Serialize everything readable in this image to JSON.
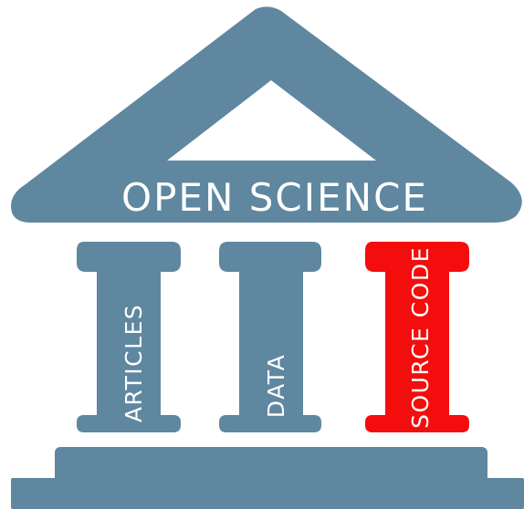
{
  "title": "OPEN SCIENCE",
  "pillars": [
    {
      "label": "ARTICLES",
      "color": "#5f87a0"
    },
    {
      "label": "DATA",
      "color": "#5f87a0"
    },
    {
      "label": "SOURCE CODE",
      "color": "#f40d0d"
    }
  ],
  "colors": {
    "structure": "#5f87a0",
    "highlight": "#f40d0d",
    "text": "#ffffff",
    "background": "#ffffff"
  }
}
